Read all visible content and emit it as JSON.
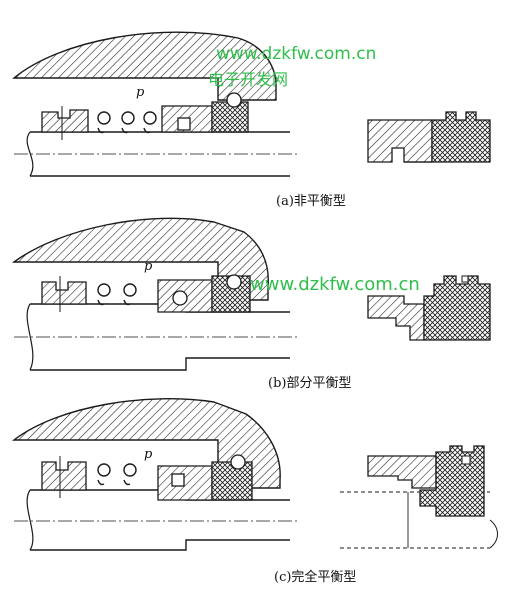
{
  "captions": {
    "a": "(a)非平衡型",
    "b": "(b)部分平衡型",
    "c": "(c)完全平衡型"
  },
  "pressure_label": "p",
  "watermark": {
    "url": "www.dzkfw.com.cn",
    "cn": "电子开发网"
  },
  "colors": {
    "line": "#1a1a1a",
    "watermark": "#2fbf4a"
  }
}
